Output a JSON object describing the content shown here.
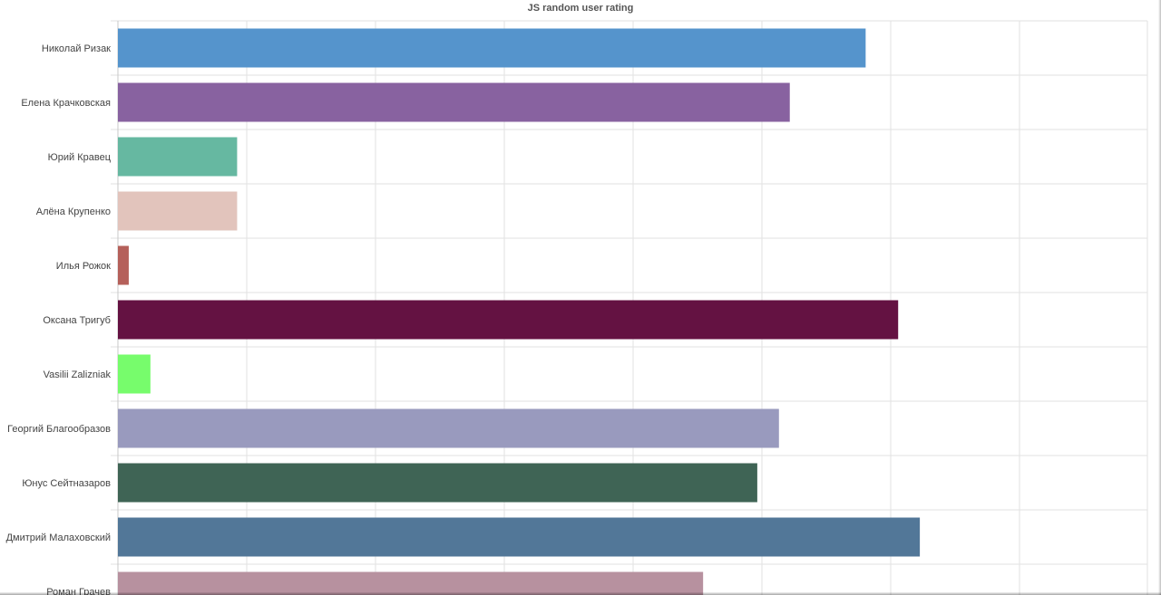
{
  "chart_data": {
    "type": "bar",
    "orientation": "horizontal",
    "title": "JS random user rating",
    "xlabel": "",
    "ylabel": "",
    "xlim": [
      0,
      9.5
    ],
    "grid": true,
    "legend": "none",
    "categories": [
      "Николай Ризак",
      "Елена Крачковская",
      "Юрий Кравец",
      "Алёна Крупенко",
      "Илья Рожок",
      "Оксана Тригуб",
      "Vasilii Zalizniak",
      "Георгий Благообразов",
      "Юнус Сейтназаров",
      "Дмитрий Малаховский",
      "Роман Грачев"
    ],
    "values": [
      6.9,
      6.2,
      1.1,
      1.1,
      0.1,
      7.2,
      0.3,
      6.1,
      5.9,
      7.4,
      5.4
    ],
    "colors": [
      "#5594cc",
      "#8862a0",
      "#66b8a1",
      "#e2c4bc",
      "#b5605a",
      "#641242",
      "#77fc6c",
      "#999abe",
      "#3f6455",
      "#527798",
      "#b7919f"
    ]
  }
}
